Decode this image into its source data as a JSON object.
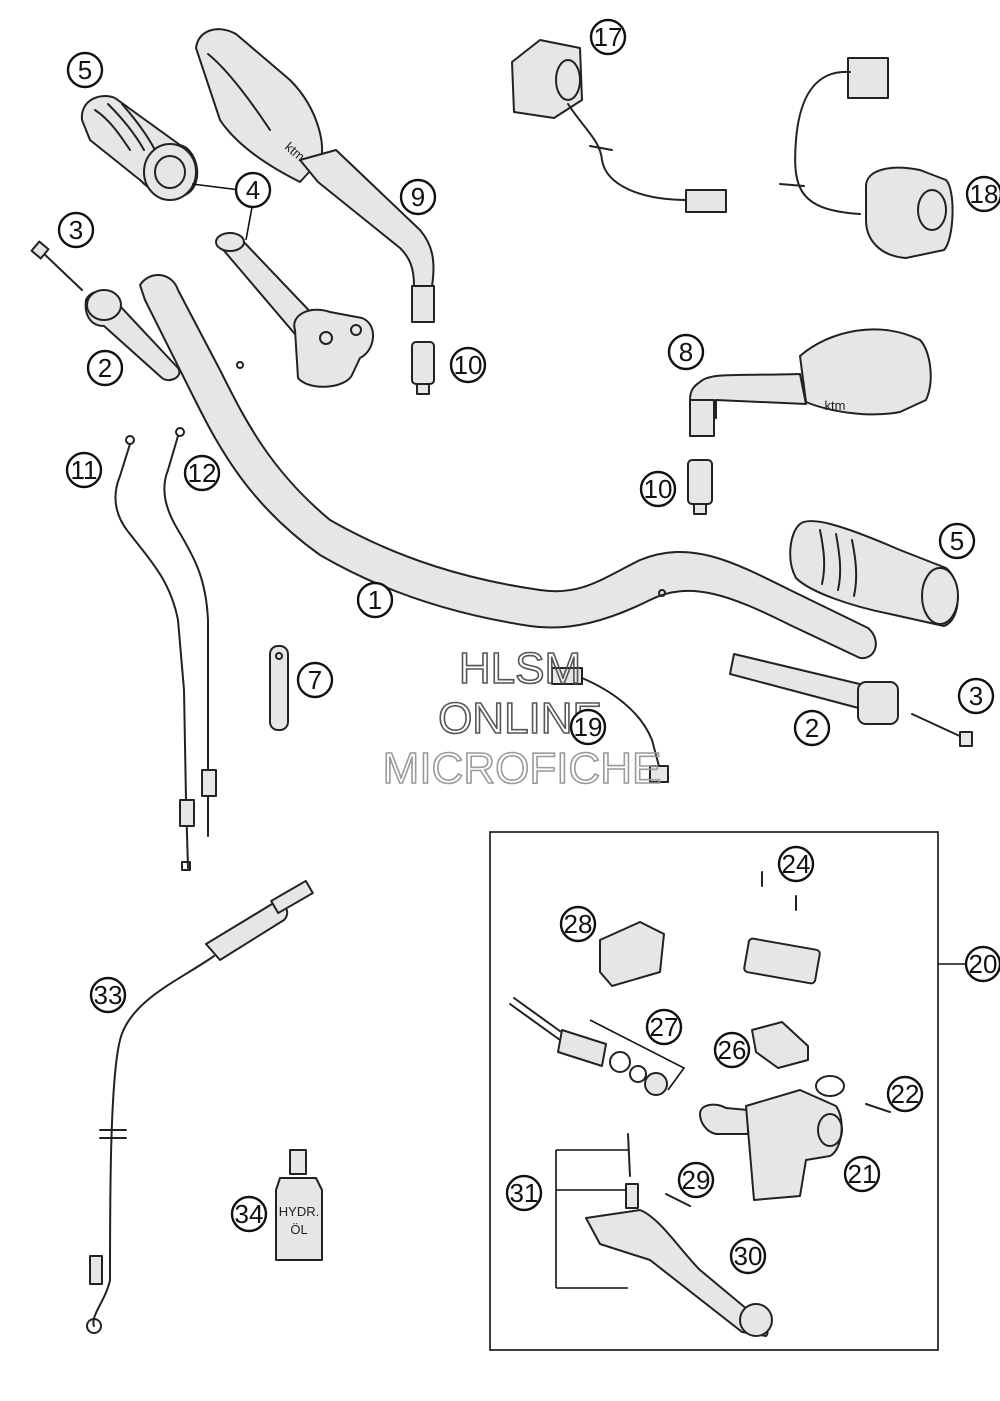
{
  "diagram": {
    "watermark": [
      "HLSM",
      "ONLINE",
      "MICROFICHE"
    ],
    "bottle_label": [
      "HYDR.",
      "ÖL"
    ],
    "callouts": [
      "1",
      "2",
      "3",
      "4",
      "5",
      "7",
      "8",
      "9",
      "10",
      "11",
      "12",
      "17",
      "18",
      "19",
      "20",
      "21",
      "22",
      "24",
      "26",
      "27",
      "28",
      "29",
      "30",
      "31",
      "33",
      "34",
      "2",
      "3",
      "5",
      "10"
    ]
  }
}
